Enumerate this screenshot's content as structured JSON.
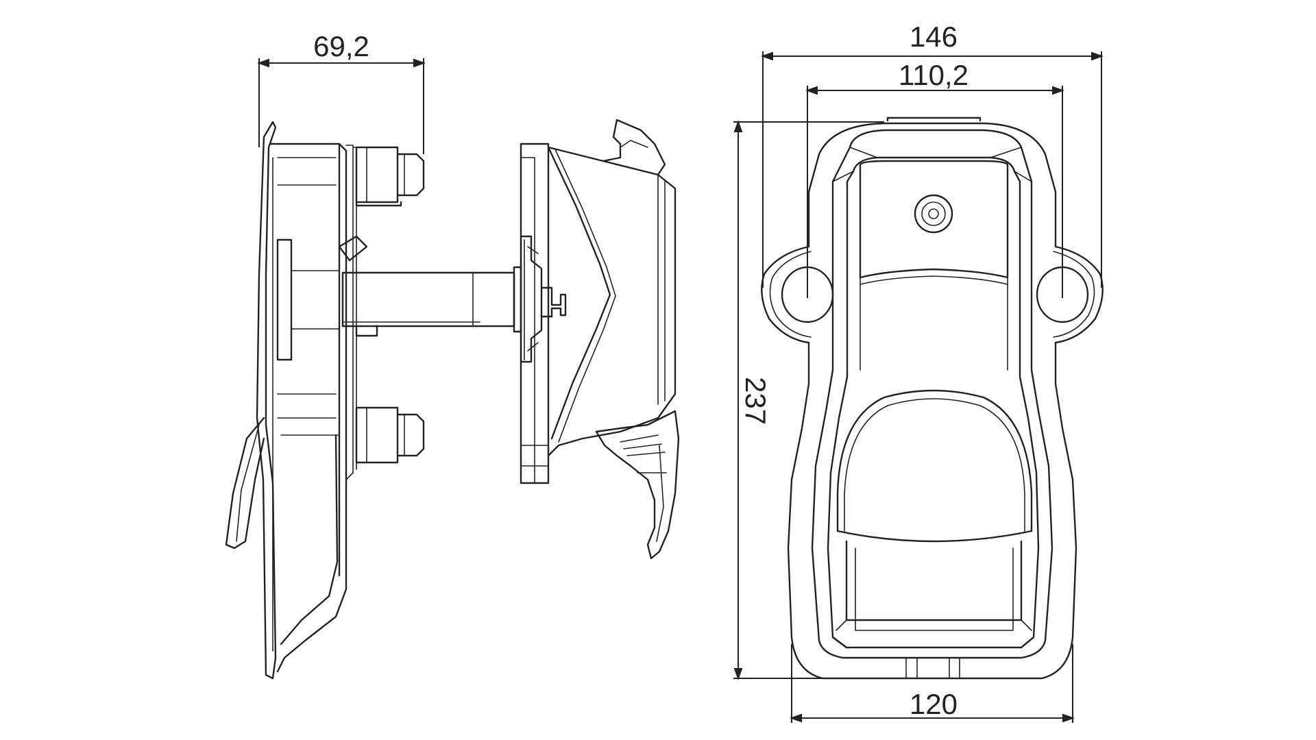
{
  "dimensions": {
    "side_depth": "69,2",
    "overall_width": "146",
    "hole_spacing": "110,2",
    "height": "237",
    "base_width": "120"
  },
  "colors": {
    "line": "#222222",
    "background": "#ffffff"
  }
}
